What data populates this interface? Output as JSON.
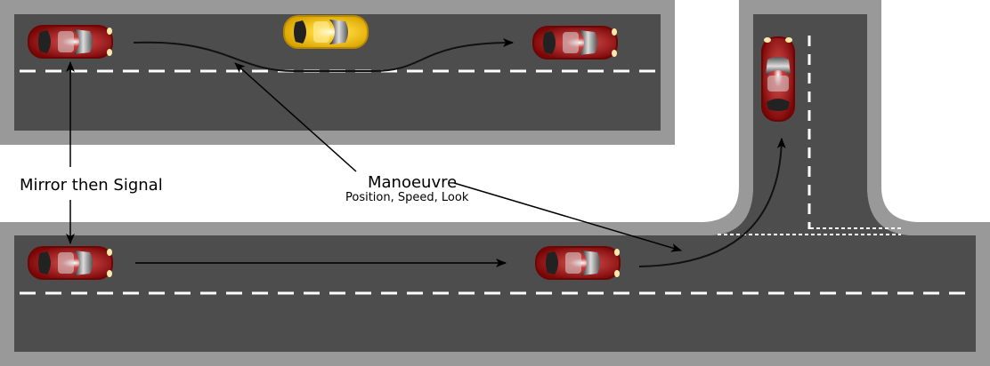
{
  "labels": {
    "mirror_signal": "Mirror then Signal",
    "manoeuvre": "Manoeuvre",
    "manoeuvre_sub": "Position, Speed, Look"
  },
  "colors": {
    "road": "#4d4d4d",
    "kerb": "#999999",
    "lane_marking": "#ffffff",
    "car_red": "#8b0b0b",
    "car_yellow": "#f5c400",
    "arrow": "#000000",
    "background": "#ffffff"
  },
  "icons": {
    "car": "car-top-view-icon"
  }
}
